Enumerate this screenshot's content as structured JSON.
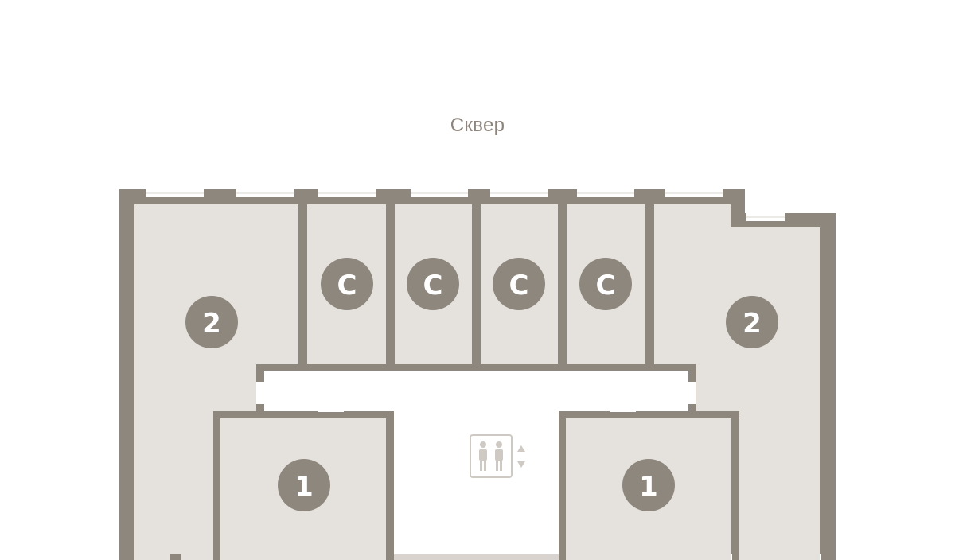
{
  "caption": "Сквер",
  "colors": {
    "wall": "#8e877e",
    "room": "#e5e1dd",
    "badge": "#8e877e",
    "window": "#ffffff",
    "corridor": "#ffffff"
  },
  "units": [
    {
      "id": "unit-2-left",
      "label": "2"
    },
    {
      "id": "unit-c-1",
      "label": "С"
    },
    {
      "id": "unit-c-2",
      "label": "С"
    },
    {
      "id": "unit-c-3",
      "label": "С"
    },
    {
      "id": "unit-c-4",
      "label": "С"
    },
    {
      "id": "unit-2-right",
      "label": "2"
    },
    {
      "id": "unit-1-left",
      "label": "1"
    },
    {
      "id": "unit-1-right",
      "label": "1"
    }
  ],
  "elevator": {
    "icon": "elevator-icon",
    "arrows": "elevator-arrows-icon"
  }
}
